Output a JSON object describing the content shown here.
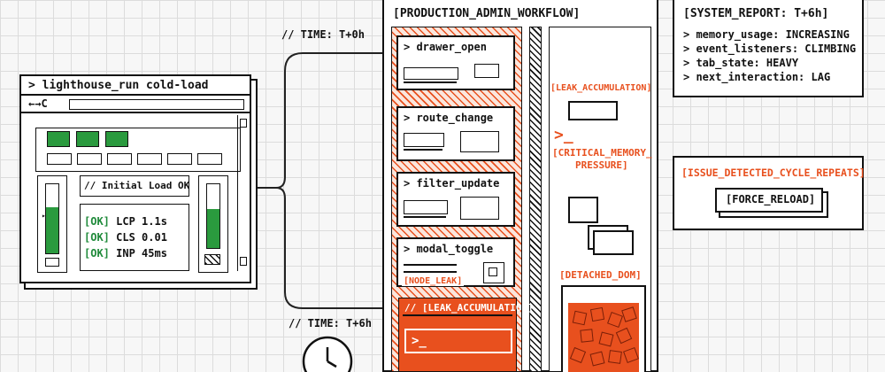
{
  "time_labels": {
    "start": "// TIME: T+0h",
    "later": "// TIME: T+6h"
  },
  "lighthouse": {
    "title": "> lighthouse_run cold-load",
    "nav_glyph": "←→C",
    "status": "// Initial Load OK",
    "metrics": [
      {
        "tag": "[OK]",
        "text": "LCP 1.1s"
      },
      {
        "tag": "[OK]",
        "text": "CLS 0.01"
      },
      {
        "tag": "[OK]",
        "text": "INP 45ms"
      }
    ]
  },
  "workflow": {
    "title": "[PRODUCTION_ADMIN_WORKFLOW]",
    "steps": [
      {
        "label": "> drawer_open"
      },
      {
        "label": "> route_change"
      },
      {
        "label": "> filter_update"
      },
      {
        "label": "> modal_toggle"
      }
    ],
    "node_leak": "[NODE_LEAK]",
    "leak_bar_label": "// [LEAK_ACCUMULATION]",
    "leak_prompt": ">_"
  },
  "side": {
    "gauge_label": "[LEAK_ACCUMULATION]",
    "prompt": ">_",
    "critical_line1": "[CRITICAL_MEMORY_",
    "critical_line2": "PRESSURE]",
    "detached": "[DETACHED_DOM]"
  },
  "report": {
    "title": "[SYSTEM_REPORT: T+6h]",
    "lines": [
      "> memory_usage: INCREASING",
      "> event_listeners: CLIMBING",
      "> tab_state: HEAVY",
      "> next_interaction: LAG"
    ]
  },
  "issue": {
    "title": "[ISSUE_DETECTED_CYCLE_REPEATS]",
    "button": "[FORCE_RELOAD]"
  },
  "colors": {
    "accent": "#e8501e",
    "ok": "#1f8a3a",
    "ink": "#111111"
  }
}
